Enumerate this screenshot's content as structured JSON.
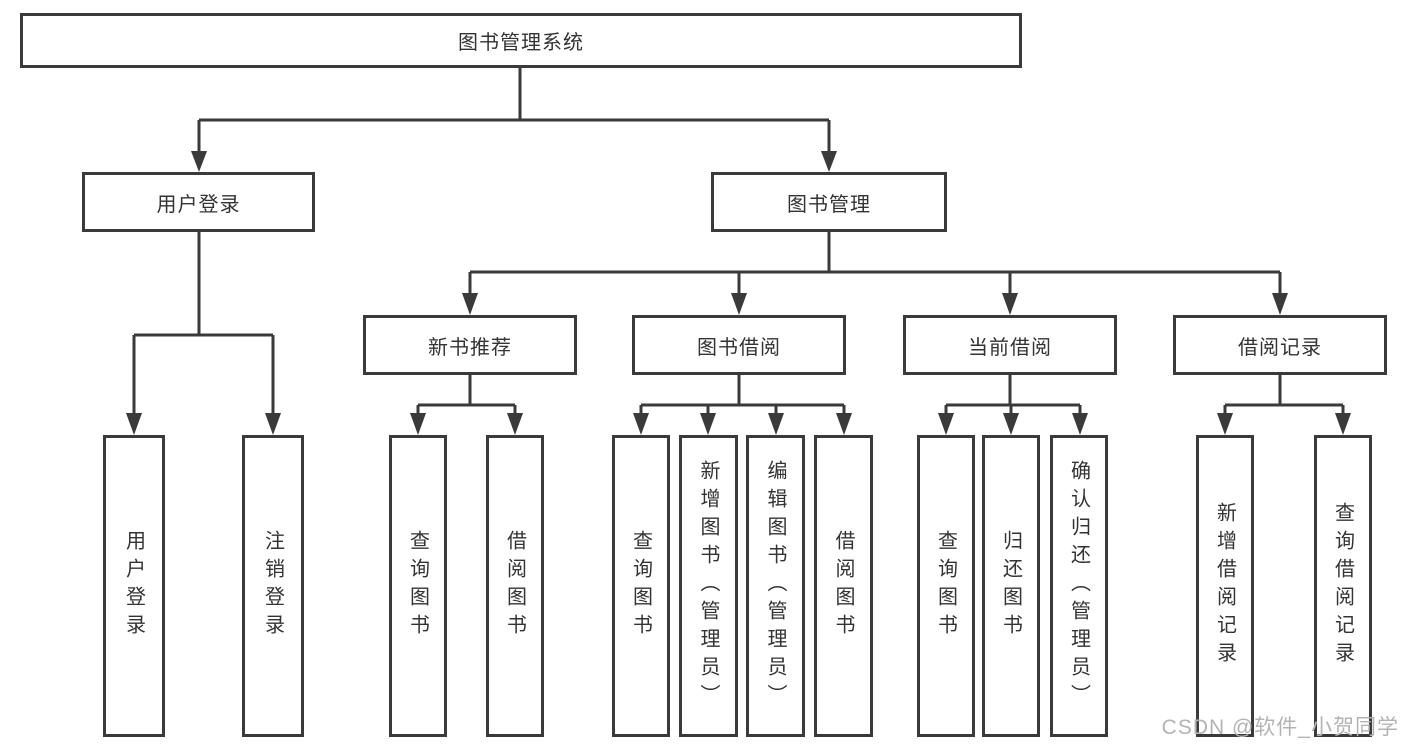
{
  "diagram": {
    "type": "hierarchy-tree",
    "root": {
      "label": "图书管理系统"
    },
    "level2": [
      {
        "label": "用户登录"
      },
      {
        "label": "图书管理"
      }
    ],
    "level3": [
      {
        "label": "新书推荐",
        "parent": "图书管理"
      },
      {
        "label": "图书借阅",
        "parent": "图书管理"
      },
      {
        "label": "当前借阅",
        "parent": "图书管理"
      },
      {
        "label": "借阅记录",
        "parent": "图书管理"
      }
    ],
    "leaves": [
      {
        "label": "用户登录",
        "parent": "用户登录"
      },
      {
        "label": "注销登录",
        "parent": "用户登录"
      },
      {
        "label": "查询图书",
        "parent": "新书推荐"
      },
      {
        "label": "借阅图书",
        "parent": "新书推荐"
      },
      {
        "label": "查询图书",
        "parent": "图书借阅"
      },
      {
        "label": "新增图书（管理员）",
        "parent": "图书借阅"
      },
      {
        "label": "编辑图书（管理员）",
        "parent": "图书借阅"
      },
      {
        "label": "借阅图书",
        "parent": "图书借阅"
      },
      {
        "label": "查询图书",
        "parent": "当前借阅"
      },
      {
        "label": "归还图书",
        "parent": "当前借阅"
      },
      {
        "label": "确认归还（管理员）",
        "parent": "当前借阅"
      },
      {
        "label": "新增借阅记录",
        "parent": "借阅记录"
      },
      {
        "label": "查询借阅记录",
        "parent": "借阅记录"
      }
    ],
    "colors": {
      "line": "#3a3a3a",
      "text": "#333333",
      "box_background": "#ffffff",
      "watermark": "#b3b3b3"
    },
    "watermark": "CSDN @软件_小贺同学"
  }
}
